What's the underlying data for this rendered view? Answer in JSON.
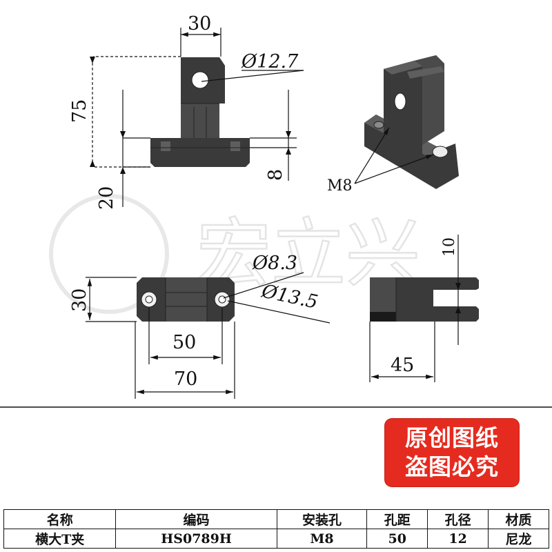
{
  "dimensions": {
    "top_width": "30",
    "hole_dia_top": "Ø12.7",
    "height_total": "75",
    "base_thickness": "8",
    "base_offset": "20",
    "iso_thread": "M8",
    "hole_dia_small": "Ø8.3",
    "hole_dia_large": "Ø13.5",
    "plan_height": "30",
    "hole_spacing": "50",
    "overall_length": "70",
    "slot_width": "10",
    "side_depth": "45"
  },
  "stamp": {
    "line1": "原创图纸",
    "line2": "盗图必究"
  },
  "watermark": "宏立兴",
  "table": {
    "headers": [
      "名称",
      "编码",
      "安装孔",
      "孔距",
      "孔径",
      "材质"
    ],
    "row": [
      "横大T夹",
      "HS0789H",
      "M8",
      "50",
      "12",
      "尼龙"
    ]
  },
  "colors": {
    "part": "#3a3a3a",
    "stamp": "#e52b1f"
  }
}
